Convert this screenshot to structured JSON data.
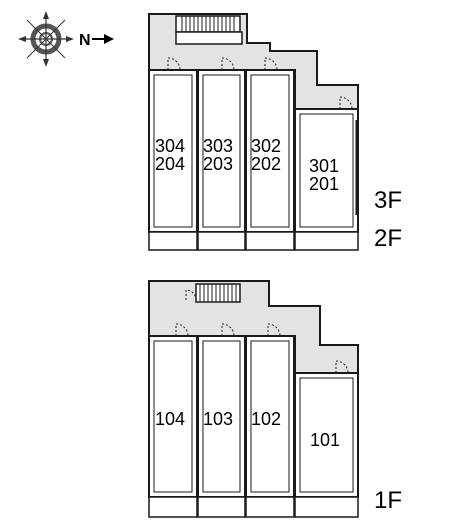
{
  "compass": {
    "letter": "N",
    "icon": "compass-rose-icon"
  },
  "upper_block": {
    "units_top": [
      "304",
      "303",
      "302",
      "301"
    ],
    "units_bottom": [
      "204",
      "203",
      "202",
      "201"
    ],
    "floor_labels": [
      "3F",
      "2F"
    ]
  },
  "lower_block": {
    "units": [
      "104",
      "103",
      "102",
      "101"
    ],
    "floor_label": "1F"
  },
  "colors": {
    "corridor": "#e3e3e3",
    "walls": "#1a1a1a",
    "background": "#ffffff"
  }
}
